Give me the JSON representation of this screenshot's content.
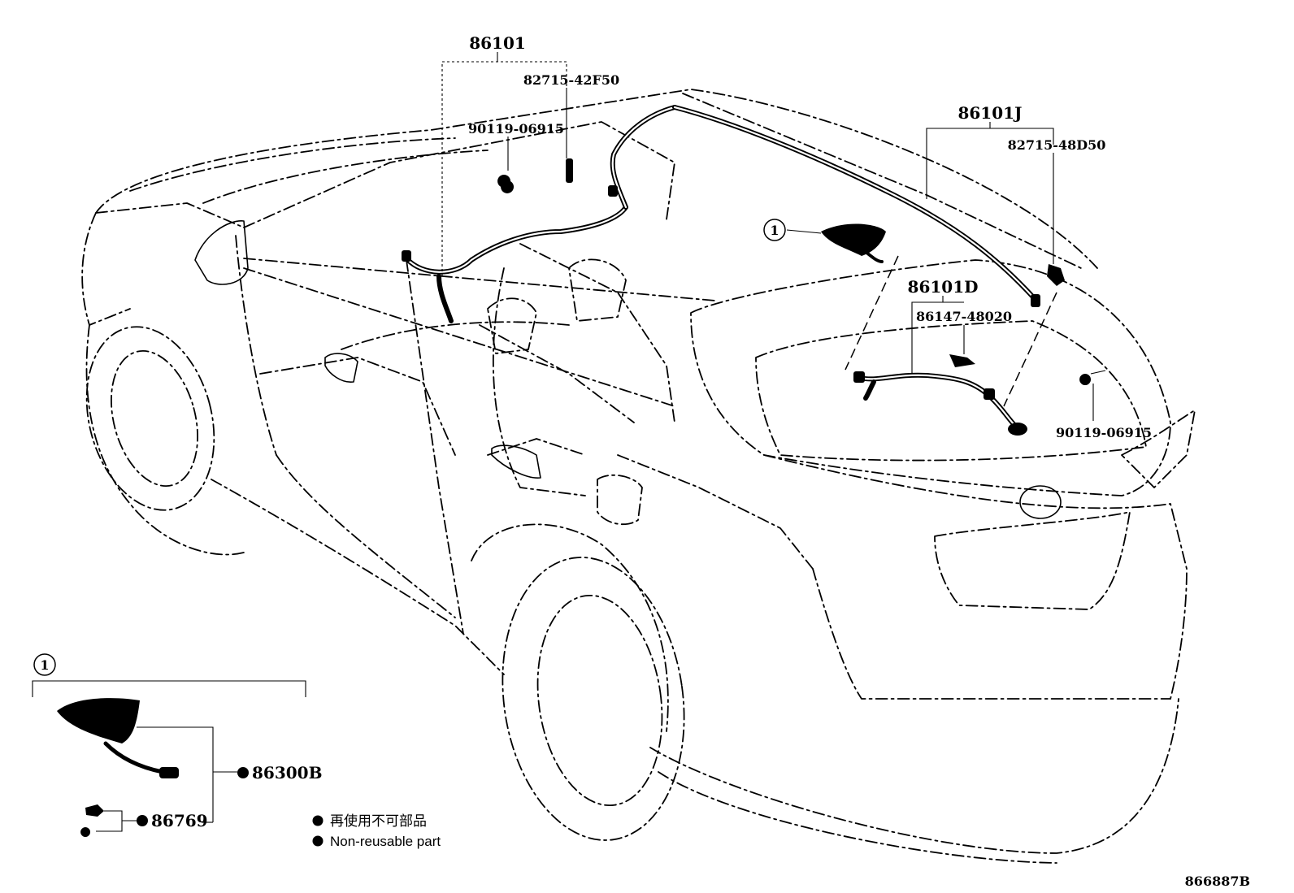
{
  "labels": {
    "harness_main": "86101",
    "clamp_front": "82715-42F50",
    "bolt_front": "90119-06915",
    "harness_j": "86101J",
    "clamp_rear": "82715-48D50",
    "harness_d": "86101D",
    "sub_harness": "86147-48020",
    "bolt_rear": "90119-06915",
    "callout_ref": "1",
    "inset_ref": "1",
    "antenna": "86300B",
    "nut": "86769",
    "diagram_id": "866887B"
  },
  "legend": {
    "jp": "再使用不可部品",
    "en": "Non-reusable part"
  }
}
